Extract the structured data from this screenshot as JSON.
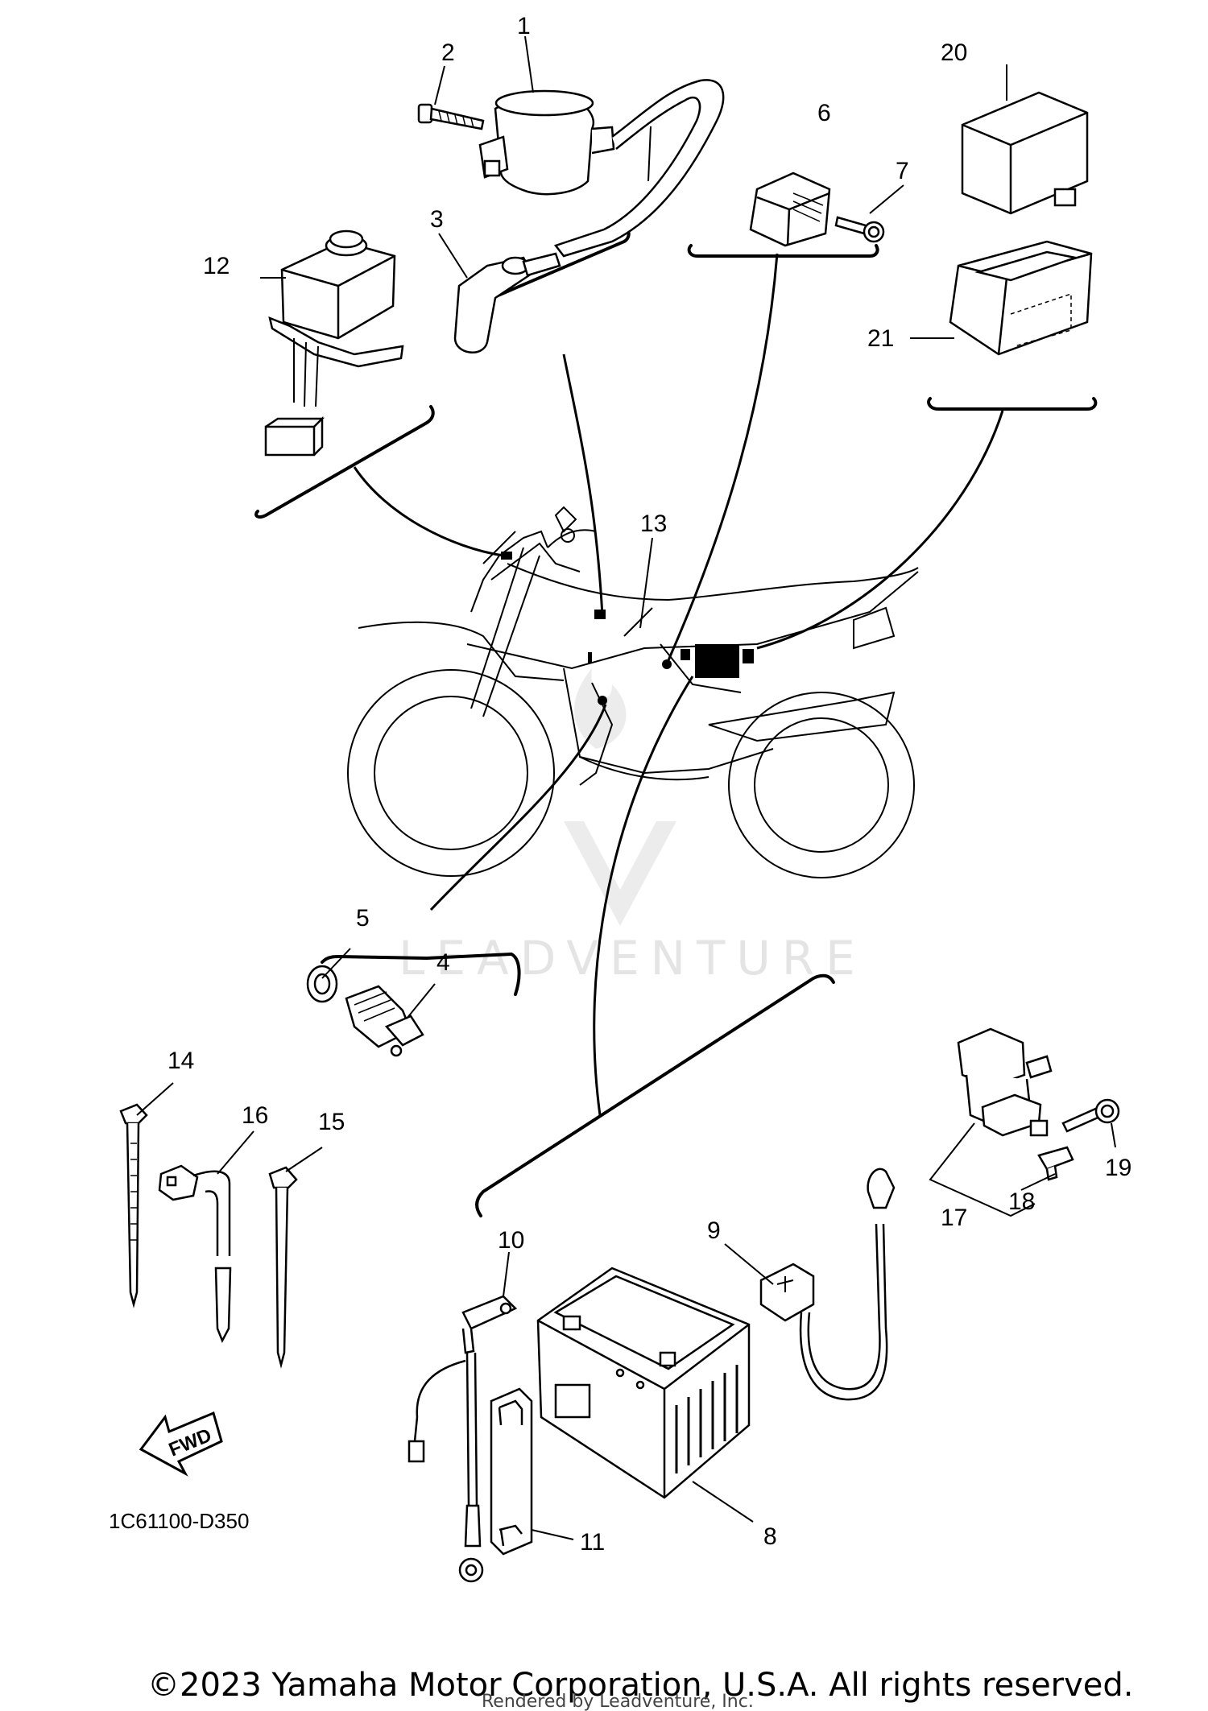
{
  "diagram": {
    "part_numbers": [
      "1",
      "2",
      "3",
      "4",
      "5",
      "6",
      "7",
      "8",
      "9",
      "10",
      "11",
      "12",
      "13",
      "14",
      "15",
      "16",
      "17",
      "18",
      "19",
      "20",
      "21"
    ],
    "diagram_code": "1C61100-D350",
    "fwd_label": "FWD",
    "watermark": "LEADVENTURE",
    "copyright": "©2023 Yamaha Motor Corporation, U.S.A. All rights reserved.",
    "rendered_by": "Rendered by Leadventure, Inc."
  }
}
